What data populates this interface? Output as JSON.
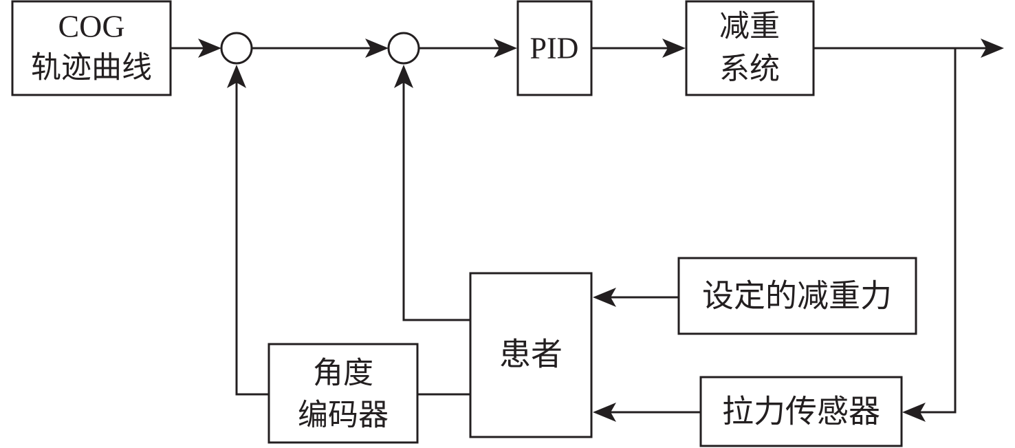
{
  "diagram": {
    "type": "control-block-diagram",
    "blocks": {
      "cog": {
        "line1": "COG",
        "line2": "轨迹曲线"
      },
      "pid": {
        "label": "PID"
      },
      "weight_system": {
        "line1": "减重",
        "line2": "系统"
      },
      "set_force": {
        "label": "设定的减重力"
      },
      "patient": {
        "label": "患者"
      },
      "encoder": {
        "line1": "角度",
        "line2": "编码器"
      },
      "tension_sensor": {
        "label": "拉力传感器"
      }
    },
    "summing_junctions": [
      "sum-1",
      "sum-2"
    ],
    "connections": [
      {
        "from": "cog",
        "to": "sum-1"
      },
      {
        "from": "sum-1",
        "to": "sum-2"
      },
      {
        "from": "sum-2",
        "to": "pid"
      },
      {
        "from": "pid",
        "to": "weight_system"
      },
      {
        "from": "weight_system",
        "to": "output"
      },
      {
        "from": "weight_system",
        "to": "tension_sensor"
      },
      {
        "from": "tension_sensor",
        "to": "patient"
      },
      {
        "from": "set_force",
        "to": "patient"
      },
      {
        "from": "patient",
        "to": "sum-2"
      },
      {
        "from": "patient",
        "to": "encoder"
      },
      {
        "from": "encoder",
        "to": "sum-1"
      }
    ]
  }
}
